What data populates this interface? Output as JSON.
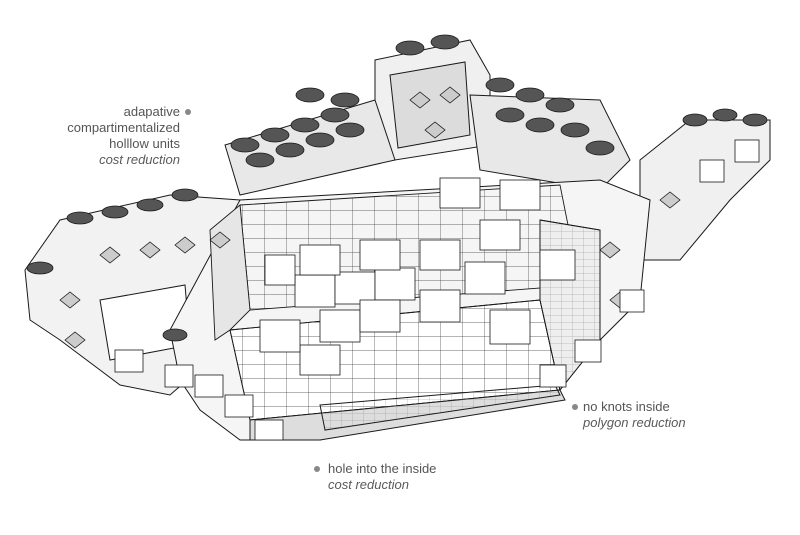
{
  "figure": {
    "name": "voxelized teapot cutaway",
    "stroke_color": "#1a1a1a",
    "face_light": "#ffffff",
    "face_mid": "#ececec",
    "face_dark": "#c8c8c8"
  },
  "annotations": [
    {
      "lines": [
        "adapative",
        "compartimentalized",
        "holllow units"
      ],
      "sub": "cost reduction",
      "dot_color": "#888888"
    },
    {
      "lines": [
        "no knots inside"
      ],
      "sub": "polygon reduction",
      "dot_color": "#888888"
    },
    {
      "lines": [
        "hole into the inside"
      ],
      "sub": "cost reduction",
      "dot_color": "#888888"
    }
  ]
}
